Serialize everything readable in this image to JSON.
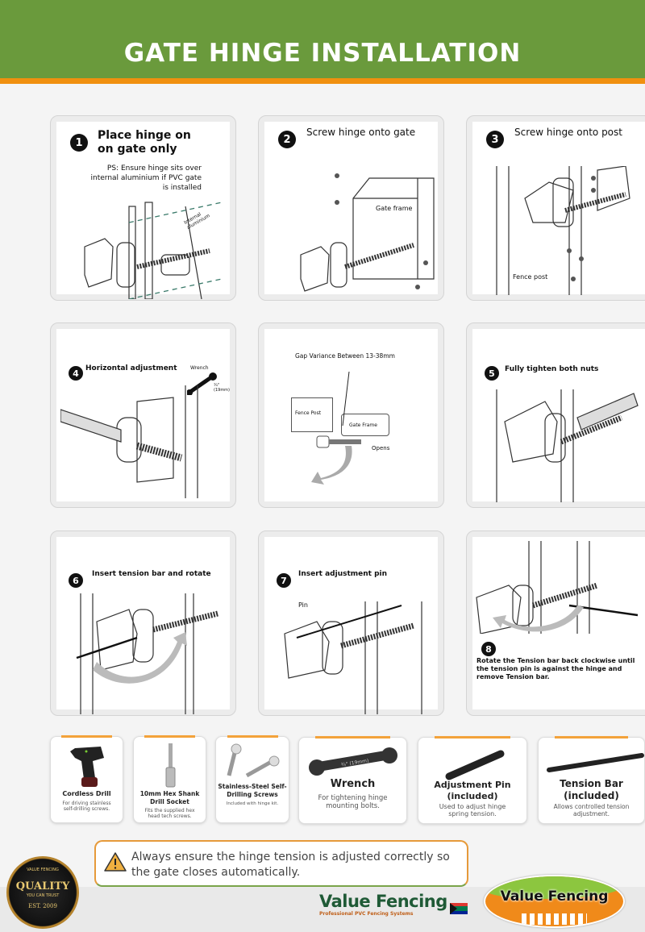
{
  "header": {
    "title": "GATE HINGE INSTALLATION"
  },
  "colors": {
    "header": "#6a9a3c",
    "stripe": "#f0900f",
    "accent": "#f3a23a"
  },
  "steps": [
    {
      "number": "1",
      "title": "Place hinge on on gate only",
      "note": "PS: Ensure hinge sits over internal aluminium if PVC gate is installed",
      "label": "Internal aluminium"
    },
    {
      "number": "2",
      "title": "Screw hinge onto gate",
      "label": "Gate frame"
    },
    {
      "number": "3",
      "title": "Screw hinge onto post",
      "label": "Fence post"
    },
    {
      "number": "4",
      "title": "Horizontal adjustment",
      "label": "Wrench",
      "size": "¾\" (19mm)"
    },
    {
      "number": "",
      "title": "Gap Variance Between 13-38mm",
      "label_post": "Fence Post",
      "label_gate": "Gate Frame",
      "label_opens": "Opens"
    },
    {
      "number": "5",
      "title": "Fully tighten both nuts"
    },
    {
      "number": "6",
      "title": "Insert tension bar and rotate"
    },
    {
      "number": "7",
      "title": "Insert adjustment pin",
      "label": "Pin"
    },
    {
      "number": "8",
      "title": "Rotate the Tension bar back clockwise until the tension pin is against the hinge and remove Tension bar."
    }
  ],
  "tools": [
    {
      "name": "Cordless Drill",
      "desc": "For driving stainless self-drilling screws."
    },
    {
      "name": "10mm Hex Shank Drill Socket",
      "desc": "Fits the supplied hex head tech screws."
    },
    {
      "name": "Stainless-Steel Self-Drilling Screws",
      "desc": "Included with hinge kit."
    },
    {
      "name": "Wrench",
      "desc": "For tightening hinge mounting bolts.",
      "engraving": "¾\" (19mm)"
    },
    {
      "name": "Adjustment Pin (included)",
      "desc": "Used to adjust hinge spring tension."
    },
    {
      "name": "Tension Bar (included)",
      "desc": "Allows controlled tension adjustment."
    }
  ],
  "warning": {
    "icon": "warning-triangle-icon",
    "text": "Always ensure the hinge tension is adjusted correctly so the gate closes automatically."
  },
  "badge": {
    "top": "VALUE FENCING",
    "main": "QUALITY",
    "sub": "YOU CAN TRUST",
    "est": "EST. 2009"
  },
  "logo": {
    "name": "Value Fencing",
    "tagline": "Professional PVC Fencing Systems"
  },
  "logo2": {
    "name": "Value Fencing"
  }
}
